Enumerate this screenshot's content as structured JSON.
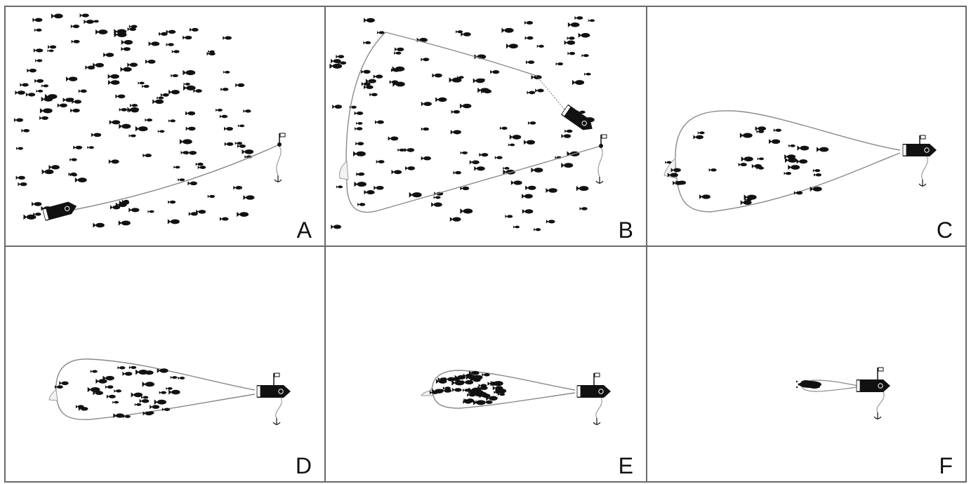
{
  "panels": [
    {
      "label": "A",
      "stage": "boat-deploys-net"
    },
    {
      "label": "B",
      "stage": "net-encircles-school"
    },
    {
      "label": "C",
      "stage": "net-closing"
    },
    {
      "label": "D",
      "stage": "net-narrowing"
    },
    {
      "label": "E",
      "stage": "fish-concentrated"
    },
    {
      "label": "F",
      "stage": "net-hauled"
    }
  ],
  "colors": {
    "ink": "#111111",
    "line": "#8a8a8a",
    "border": "#6a6a6a",
    "background": "#ffffff"
  },
  "icons": [
    "boat-icon",
    "flag-icon",
    "anchor-icon",
    "fish-icon"
  ]
}
